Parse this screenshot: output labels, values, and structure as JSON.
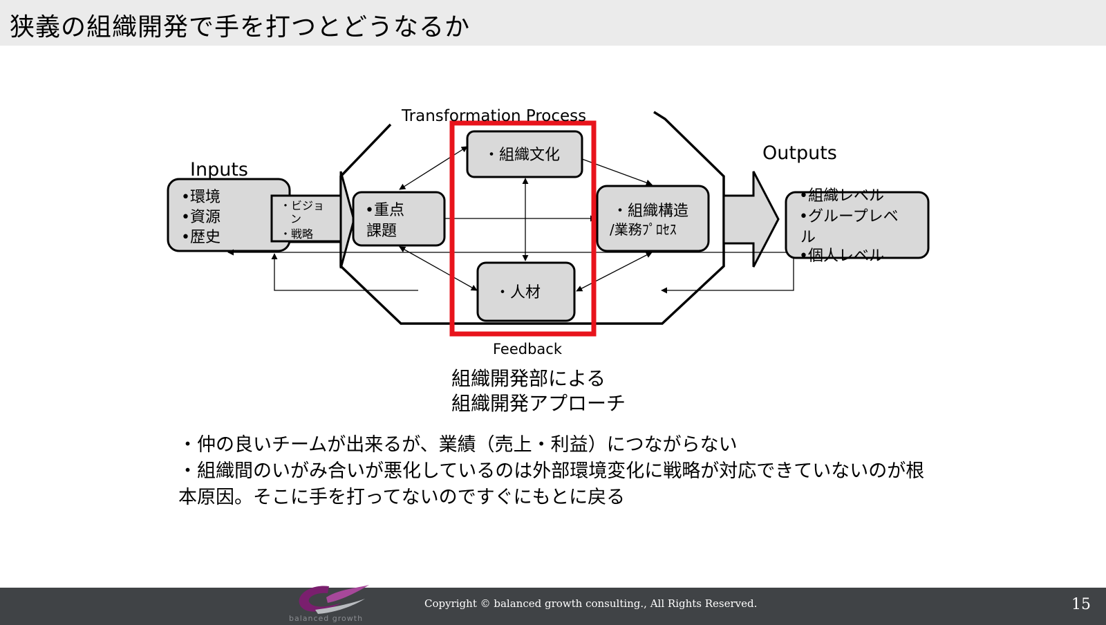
{
  "page": {
    "title": "狭義の組織開発で手を打つとどうなるか"
  },
  "diagram": {
    "transformation_label": "Transformation Process",
    "inputs_label": "Inputs",
    "outputs_label": "Outputs",
    "feedback_label": "Feedback",
    "inputs_items": [
      "•環境",
      "•資源",
      "•歴史"
    ],
    "vision_items": [
      "・ビジョ",
      "ン",
      "・戦略"
    ],
    "priority_items": [
      "•重点",
      "課題"
    ],
    "culture_label": "・組織文化",
    "structure_items": [
      "・組織構造",
      "/業務ﾌﾟﾛｾｽ"
    ],
    "people_label": "・人材",
    "outputs_items": [
      "•組織レベル",
      "•グループレベ",
      "ル",
      "•個人レベル"
    ],
    "highlight_color": "#e8141c"
  },
  "caption": {
    "line1": "組織開発部による",
    "line2": "組織開発アプローチ"
  },
  "notes": {
    "line1": "・仲の良いチームが出来るが、業績（売上・利益）につながらない",
    "line2": "・組織間のいがみ合いが悪化しているのは外部環境変化に戦略が対応できていないのが根本原因。そこに手を打ってないのですぐにもとに戻る"
  },
  "footer": {
    "logo_text": "balanced growth",
    "copyright": "Copyright © balanced growth consulting., All Rights Reserved.",
    "page_number": "15"
  }
}
